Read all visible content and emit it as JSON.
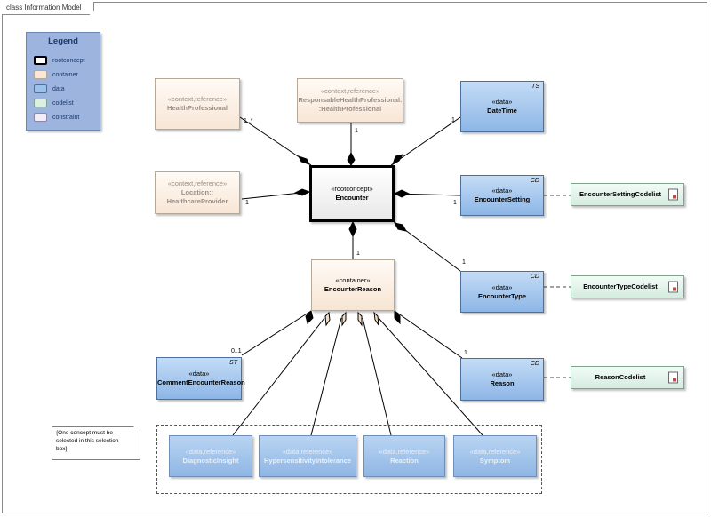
{
  "frame": {
    "title": "class Information Model"
  },
  "legend": {
    "title": "Legend",
    "items": [
      {
        "label": "rootconcept",
        "color": "#ffffff",
        "border": "#000000"
      },
      {
        "label": "container",
        "color": "#fbe7d6",
        "border": "#b5a898"
      },
      {
        "label": "data",
        "color": "#9cc2ec",
        "border": "#4d6f99"
      },
      {
        "label": "codelist",
        "color": "#dcefe4",
        "border": "#7fa38d"
      },
      {
        "label": "constraint",
        "color": "#f1eef8",
        "border": "#8d86a8"
      }
    ]
  },
  "nodes": {
    "health_professional": {
      "stereotype": "«context,reference»",
      "name": "HealthProfessional"
    },
    "responsable": {
      "stereotype": "«context,reference»",
      "name": "ResponsableHealthProfessional:",
      "name2": ":HealthProfessional"
    },
    "datetime": {
      "tag": "TS",
      "stereotype": "«data»",
      "name": "DateTime"
    },
    "location": {
      "stereotype": "«context,reference»",
      "name": "Location::",
      "name2": "HealthcareProvider"
    },
    "encounter": {
      "stereotype": "«rootconcept»",
      "name": "Encounter"
    },
    "encounter_setting": {
      "tag": "CD",
      "stereotype": "«data»",
      "name": "EncounterSetting"
    },
    "encounter_setting_codelist": {
      "name": "EncounterSettingCodelist"
    },
    "encounter_reason": {
      "stereotype": "«container»",
      "name": "EncounterReason"
    },
    "encounter_type": {
      "tag": "CD",
      "stereotype": "«data»",
      "name": "EncounterType"
    },
    "encounter_type_codelist": {
      "name": "EncounterTypeCodelist"
    },
    "comment": {
      "tag": "ST",
      "stereotype": "«data»",
      "name": "CommentEncounterReason"
    },
    "reason": {
      "tag": "CD",
      "stereotype": "«data»",
      "name": "Reason"
    },
    "reason_codelist": {
      "name": "ReasonCodelist"
    },
    "diagnostic": {
      "stereotype": "«data,reference»",
      "name": "DiagnosticInsight"
    },
    "hypersensitivity": {
      "stereotype": "«data,reference»",
      "name": "HypersensitivityIntolerance"
    },
    "reaction": {
      "stereotype": "«data,reference»",
      "name": "Reaction"
    },
    "symptom": {
      "stereotype": "«data,reference»",
      "name": "Symptom"
    }
  },
  "note": {
    "text": "{One concept must be selected in this selection box}"
  },
  "multiplicities": {
    "hp": "1..*",
    "resp": "1",
    "dt": "1",
    "loc": "1",
    "es": "1",
    "er": "1",
    "et": "1",
    "comment": "0..1",
    "reason": "1"
  }
}
